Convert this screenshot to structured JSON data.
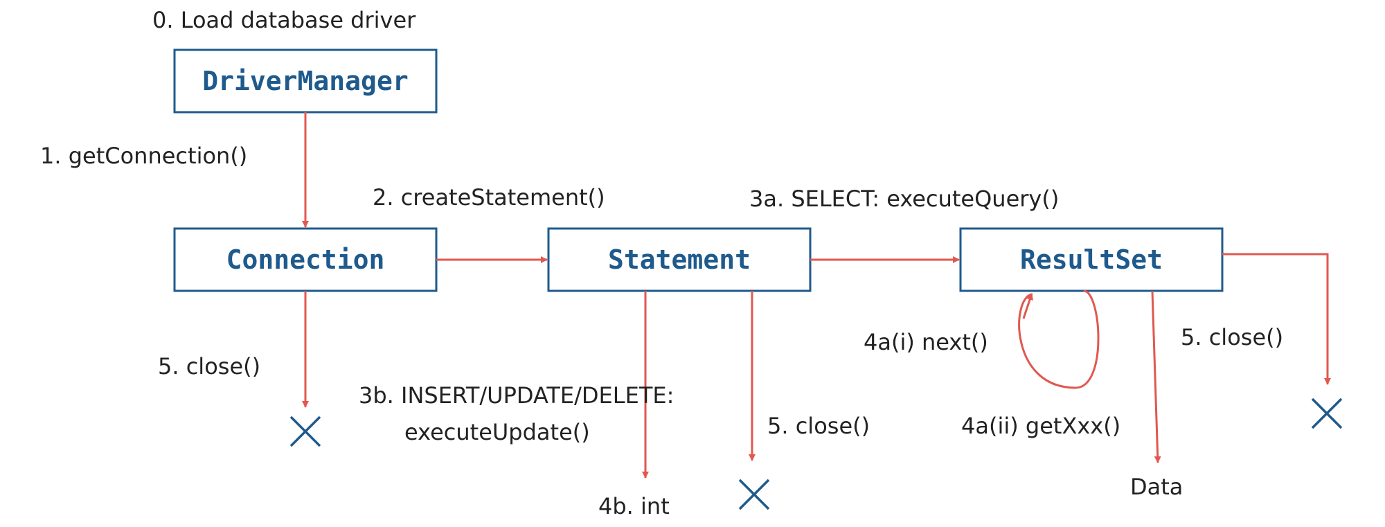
{
  "colors": {
    "box_border": "#1f5a8c",
    "box_text": "#1f5a8c",
    "arrow": "#e0584f",
    "cross": "#1f5a8c",
    "label_text": "#222222"
  },
  "boxes": {
    "driver_manager": "DriverManager",
    "connection": "Connection",
    "statement": "Statement",
    "resultset": "ResultSet"
  },
  "labels": {
    "load_driver": "0. Load database driver",
    "get_connection": "1. getConnection()",
    "create_statement": "2. createStatement()",
    "execute_query": "3a. SELECT: executeQuery()",
    "execute_update_line1": "3b. INSERT/UPDATE/DELETE:",
    "execute_update_line2": "executeUpdate()",
    "int_result": "4b. int",
    "next": "4a(i) next()",
    "get_xxx": "4a(ii) getXxx()",
    "data": "Data",
    "close_connection": "5. close()",
    "close_statement": "5. close()",
    "close_resultset": "5. close()"
  }
}
